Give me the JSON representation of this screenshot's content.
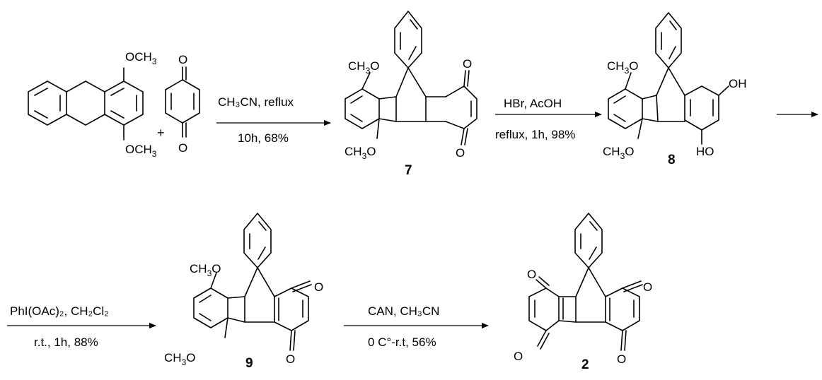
{
  "scheme": {
    "plus": "+",
    "labels": {
      "och3": "OCH",
      "ch3o": "CH",
      "ch3o_tail": "O",
      "o": "O",
      "oh": "OH",
      "ho": "HO",
      "sub3": "3"
    },
    "compounds": {
      "c7": "7",
      "c8": "8",
      "c9": "9",
      "c2": "2"
    },
    "steps": [
      {
        "above": "CH₃CN, reflux",
        "below": "10h, 68%"
      },
      {
        "above": "HBr, AcOH",
        "below": "reflux, 1h, 98%"
      },
      {
        "above": "PhI(OAc)₂, CH₂Cl₂",
        "below": "r.t., 1h, 88%"
      },
      {
        "above": "CAN, CH₃CN",
        "below": "0 C°-r.t, 56%"
      }
    ]
  }
}
